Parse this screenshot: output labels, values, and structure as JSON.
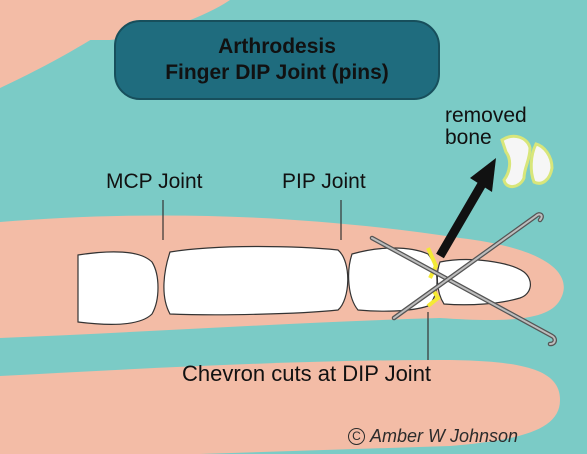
{
  "title": {
    "line1": "Arthrodesis",
    "line2": "Finger DIP Joint (pins)"
  },
  "labels": {
    "mcp_joint": "MCP Joint",
    "pip_joint": "PIP Joint",
    "removed_bone_line1": "removed",
    "removed_bone_line2": "bone",
    "chevron_cuts": "Chevron cuts at DIP Joint"
  },
  "credit": {
    "symbol": "C",
    "author": "Amber W Johnson"
  },
  "colors": {
    "background": "#7bcbc6",
    "skin": "#f3bca6",
    "bone": "#ffffff",
    "banner": "#1f6c7e",
    "cut_highlight": "#f5ea34",
    "pin": "#8c8c8c",
    "arrow": "#111111"
  }
}
